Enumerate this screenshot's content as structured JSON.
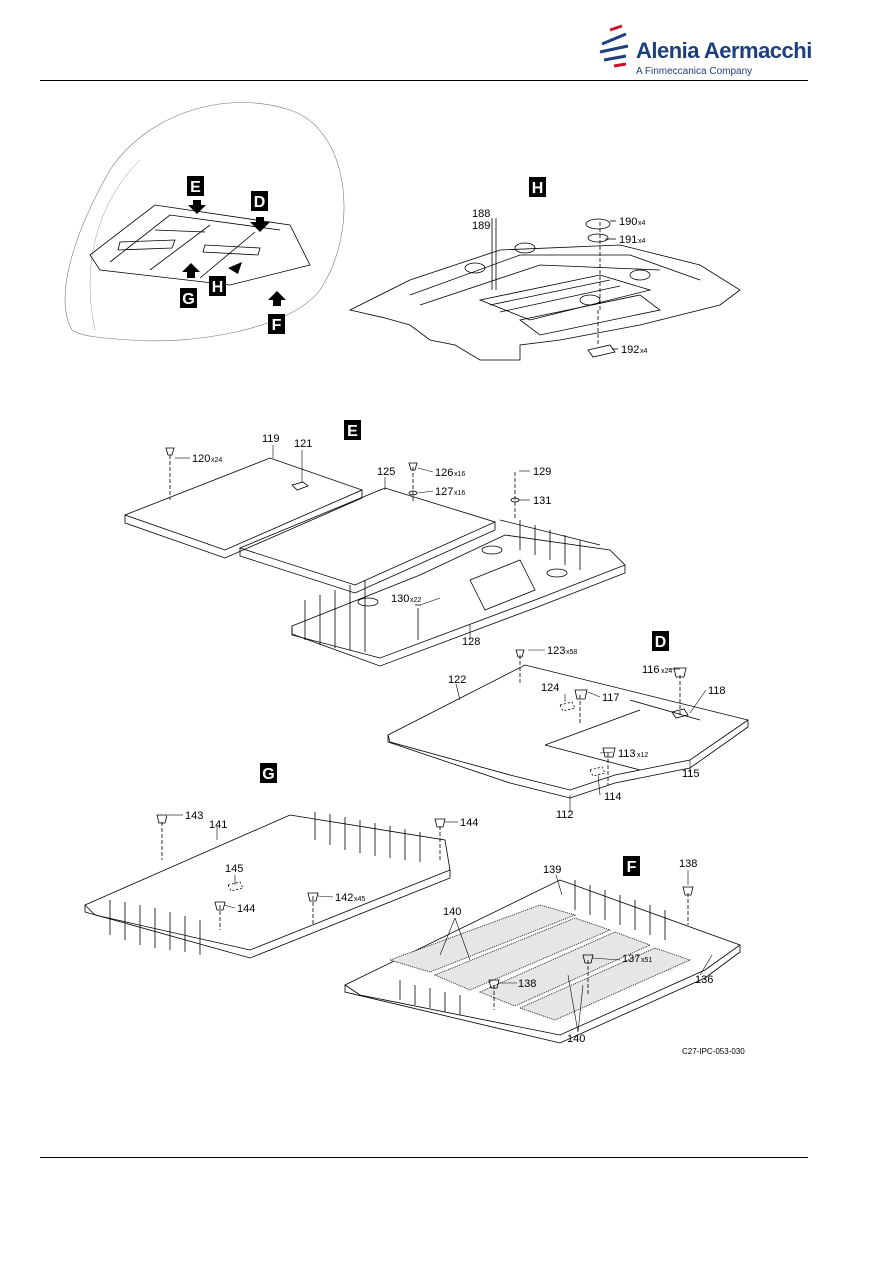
{
  "header": {
    "brand_name": "Alenia Aermacchi",
    "brand_tagline": "A Finmeccanica Company",
    "brand_accent": "#1d3f7e",
    "brand_stripe_colors": [
      "#1d3f7e",
      "#c8102e"
    ]
  },
  "figure": {
    "reference": "C27-IPC-053-030",
    "locator": {
      "view_labels": [
        "E",
        "D",
        "G",
        "H",
        "F"
      ]
    },
    "view_H": {
      "title": "H",
      "callouts": [
        {
          "part": "188",
          "qty": ""
        },
        {
          "part": "189",
          "qty": ""
        },
        {
          "part": "190",
          "qty": "x4"
        },
        {
          "part": "191",
          "qty": "x4"
        },
        {
          "part": "192",
          "qty": "x4"
        }
      ]
    },
    "view_E": {
      "title": "E",
      "callouts": [
        {
          "part": "119",
          "qty": ""
        },
        {
          "part": "121",
          "qty": ""
        },
        {
          "part": "120",
          "qty": "x24"
        },
        {
          "part": "125",
          "qty": ""
        },
        {
          "part": "126",
          "qty": "x16"
        },
        {
          "part": "127",
          "qty": "x16"
        },
        {
          "part": "129",
          "qty": ""
        },
        {
          "part": "131",
          "qty": ""
        },
        {
          "part": "130",
          "qty": "x22"
        },
        {
          "part": "128",
          "qty": ""
        }
      ]
    },
    "view_D": {
      "title": "D",
      "callouts": [
        {
          "part": "123",
          "qty": "x58"
        },
        {
          "part": "116",
          "qty": "x24"
        },
        {
          "part": "122",
          "qty": ""
        },
        {
          "part": "124",
          "qty": ""
        },
        {
          "part": "117",
          "qty": ""
        },
        {
          "part": "118",
          "qty": ""
        },
        {
          "part": "113",
          "qty": "x12"
        },
        {
          "part": "115",
          "qty": ""
        },
        {
          "part": "114",
          "qty": ""
        },
        {
          "part": "112",
          "qty": ""
        }
      ]
    },
    "view_G": {
      "title": "G",
      "callouts": [
        {
          "part": "143",
          "qty": ""
        },
        {
          "part": "141",
          "qty": ""
        },
        {
          "part": "144",
          "qty": ""
        },
        {
          "part": "145",
          "qty": ""
        },
        {
          "part": "142",
          "qty": "x45"
        },
        {
          "part": "144",
          "qty": ""
        }
      ]
    },
    "view_F": {
      "title": "F",
      "callouts": [
        {
          "part": "139",
          "qty": ""
        },
        {
          "part": "138",
          "qty": ""
        },
        {
          "part": "140",
          "qty": ""
        },
        {
          "part": "137",
          "qty": "x51"
        },
        {
          "part": "136",
          "qty": ""
        },
        {
          "part": "138",
          "qty": ""
        },
        {
          "part": "140",
          "qty": ""
        }
      ]
    }
  }
}
